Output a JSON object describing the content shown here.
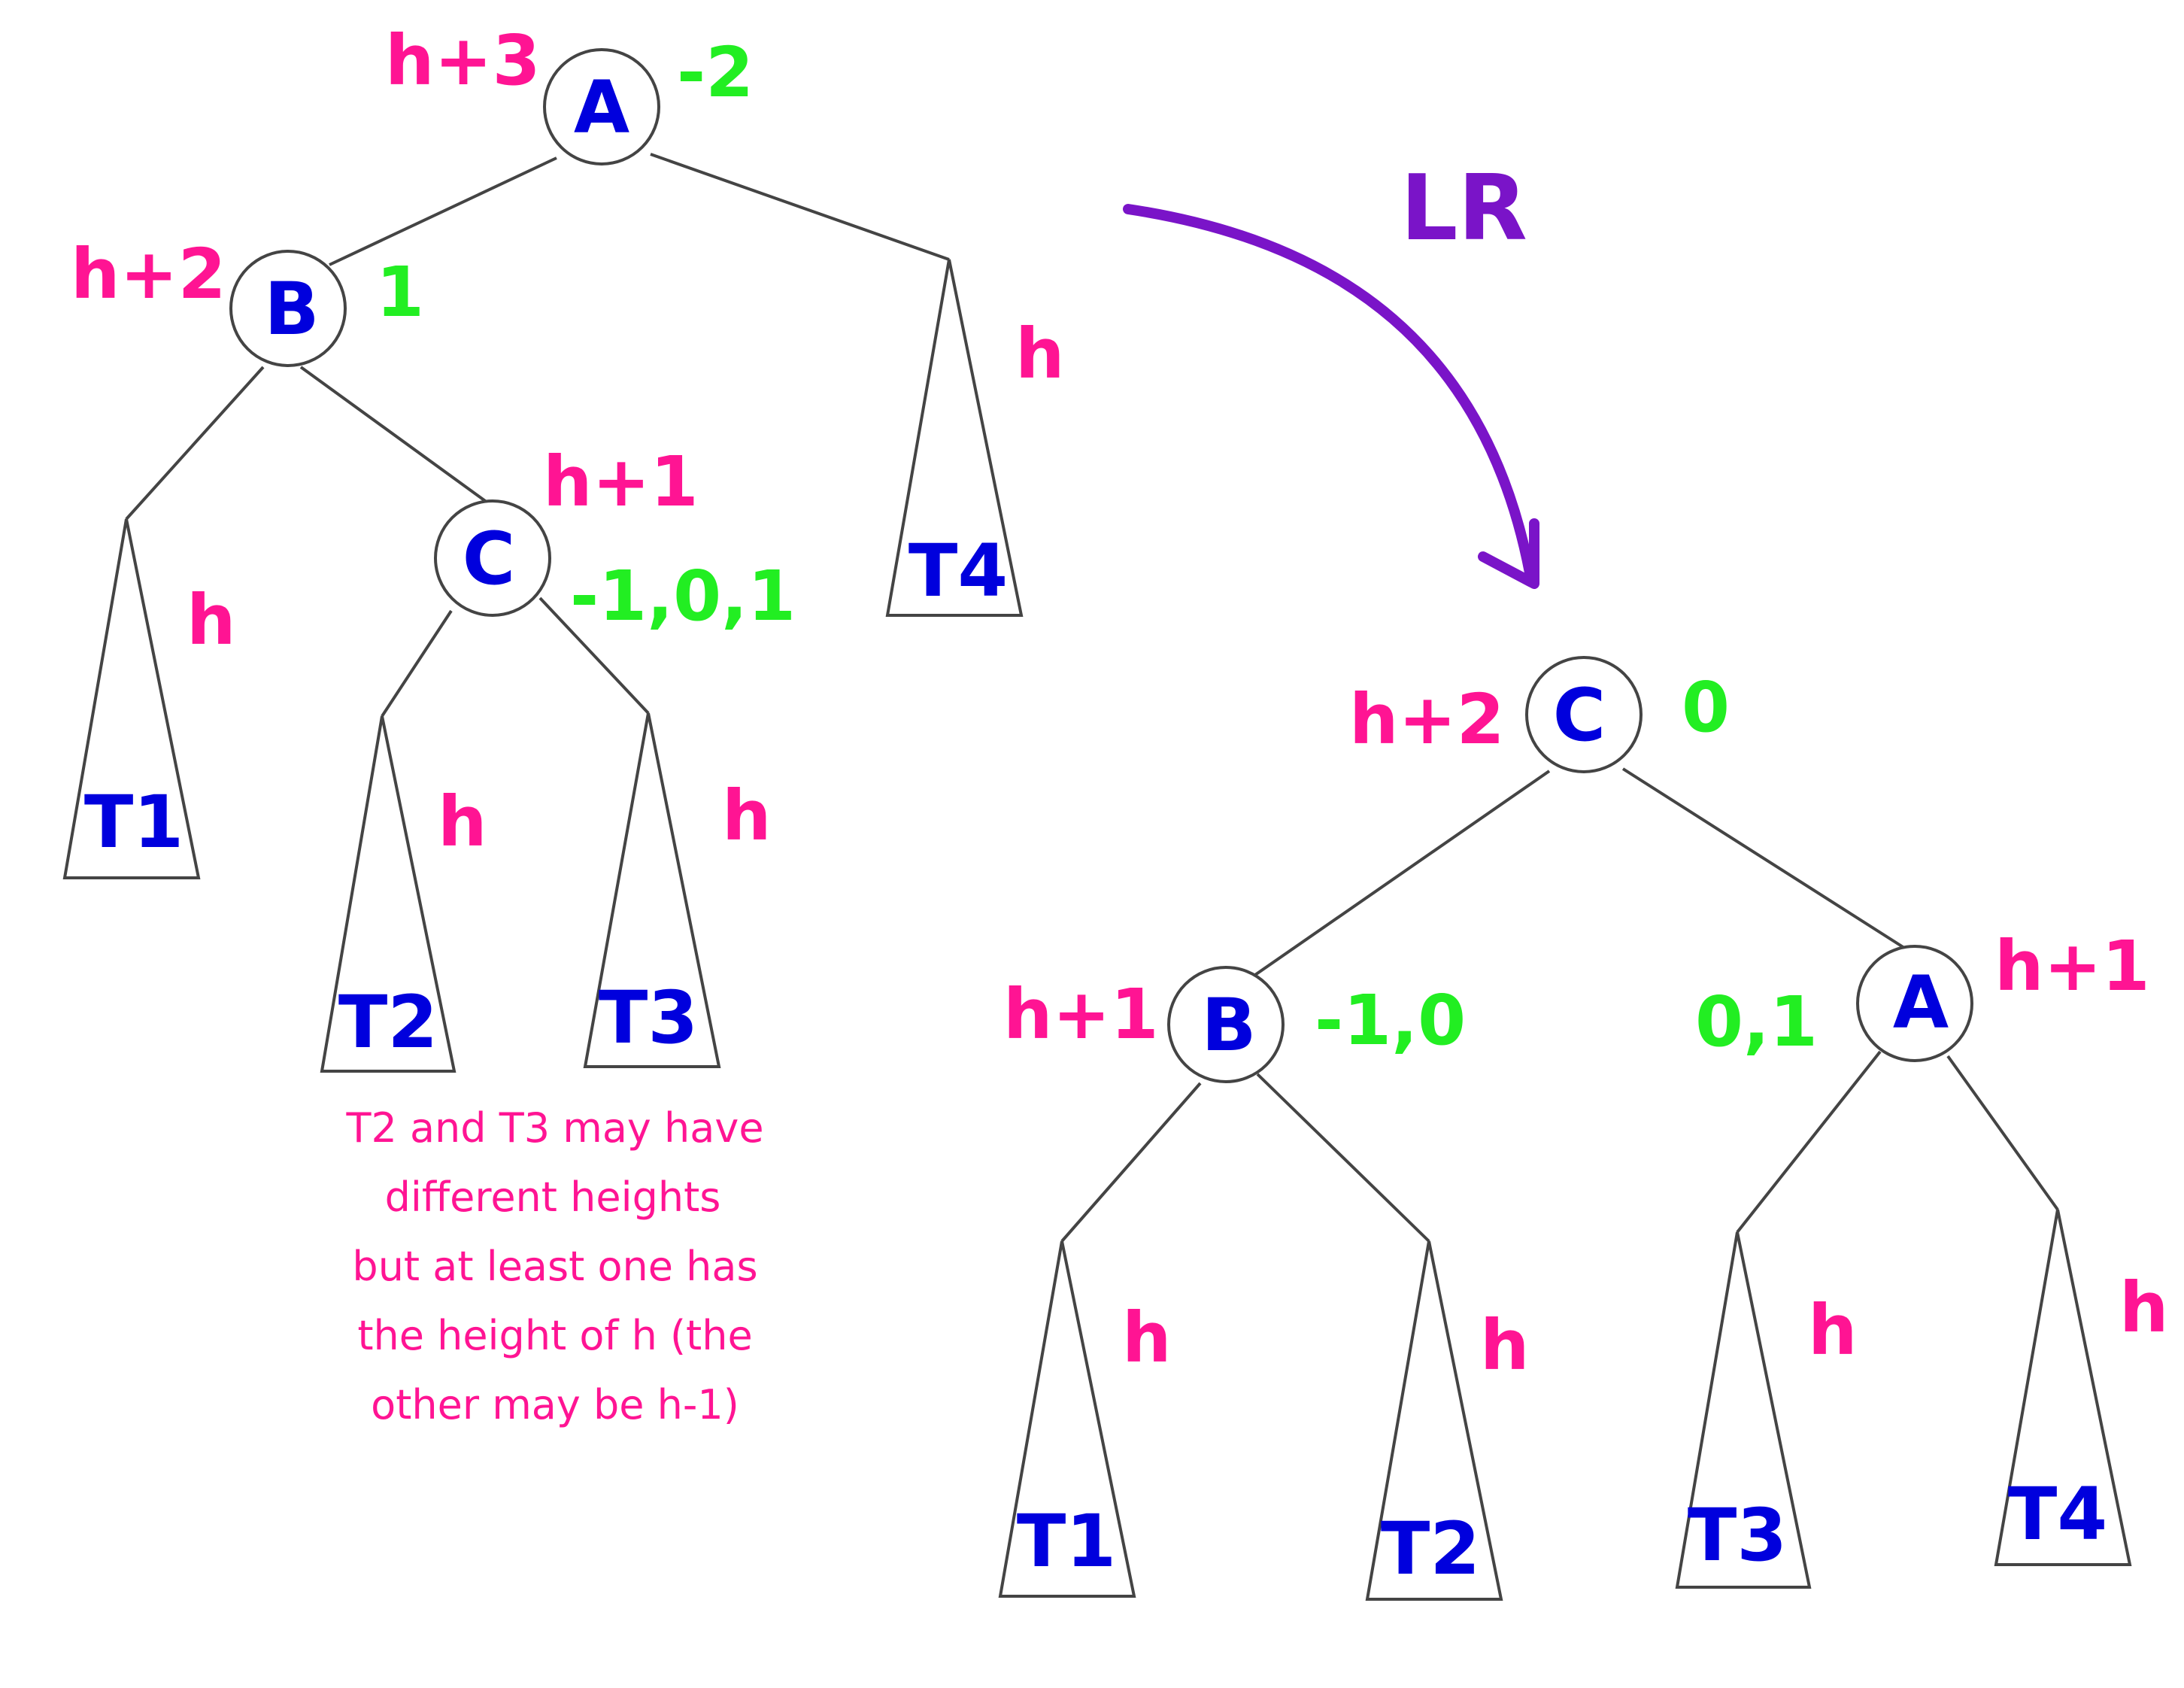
{
  "colors": {
    "height": "#ff1493",
    "balance": "#22ee22",
    "node": "#0000dd",
    "rotation": "#7a14c8",
    "stroke": "#444444"
  },
  "rotation_label": "LR",
  "before": {
    "nodes": {
      "A": {
        "name": "A",
        "height": "h+3",
        "balance": "-2"
      },
      "B": {
        "name": "B",
        "height": "h+2",
        "balance": "1"
      },
      "C": {
        "name": "C",
        "height": "h+1",
        "balance": "-1,0,1"
      }
    },
    "subtrees": {
      "T1": {
        "name": "T1",
        "height": "h"
      },
      "T2": {
        "name": "T2",
        "height": "h"
      },
      "T3": {
        "name": "T3",
        "height": "h"
      },
      "T4": {
        "name": "T4",
        "height": "h"
      }
    },
    "note": [
      "T2 and T3 may have",
      "different heights",
      "but at least one has",
      "the height of h (the",
      "other may be h-1)"
    ]
  },
  "after": {
    "nodes": {
      "C": {
        "name": "C",
        "height": "h+2",
        "balance": "0"
      },
      "B": {
        "name": "B",
        "height": "h+1",
        "balance": "-1,0"
      },
      "A": {
        "name": "A",
        "height": "h+1",
        "balance": "0,1"
      }
    },
    "subtrees": {
      "T1": {
        "name": "T1",
        "height": "h"
      },
      "T2": {
        "name": "T2",
        "height": "h"
      },
      "T3": {
        "name": "T3",
        "height": "h"
      },
      "T4": {
        "name": "T4",
        "height": "h"
      }
    }
  }
}
